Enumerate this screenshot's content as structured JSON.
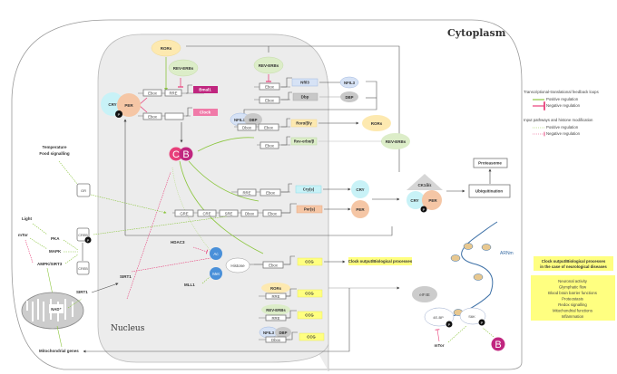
{
  "compartments": {
    "cytoplasm": "Cytoplasm",
    "nucleus": "Nucleus"
  },
  "proteins": {
    "rors": "RORs",
    "rev_erbs": "REV-ERBs",
    "cry": "CRY",
    "per": "PER",
    "nfil3": "NFIL3",
    "dbp": "DBP",
    "clock_bmal_c": "C",
    "clock_bmal_b": "B",
    "ck1": "CK1δ/ε",
    "phospho": "P",
    "ac": "Ac",
    "met": "Met",
    "histone": "Histone",
    "eif4e": "eIF4E",
    "ebp": "4E-BP",
    "s6k": "S6K",
    "nad": "NAD⁺"
  },
  "elements": {
    "ebox": "Ebox",
    "rre": "RRE",
    "dbox": "Dbox",
    "gre": "GRE",
    "cre": "CRE",
    "sre": "SRE"
  },
  "genes": {
    "bmal1": "Bmal1",
    "clock": "Clock",
    "nfil3": "Nfil3",
    "dbp": "Dbp",
    "ror": "Rorα/β/γ",
    "reverb": "Rev-erbα/β",
    "cry": "Cry(s)",
    "per": "Per(s)",
    "ccg": "CCG"
  },
  "signals": {
    "temperature": "Temperature",
    "food": "Food signalling",
    "gr": "GR",
    "light": "Light",
    "mtor": "mTor",
    "pka": "PKA",
    "mapk": "MAPK",
    "ampk": "AMPK/SIRT3",
    "creb": "CREB",
    "sirt1": "SIRT1",
    "hdac3": "HDAC3",
    "mll1": "MLL1",
    "mito_genes": "Mitochondrial genes",
    "proteasome": "Proteasome",
    "ubiquitination": "Ubiquitination",
    "arnm": "ARNm"
  },
  "outputs": {
    "clock_output": "Clock output/Biological processes",
    "neuro_title_1": "Clock output/Biological processes",
    "neuro_title_2": "in the case of neurological diseases",
    "neuro_items": [
      "Neuronal activity",
      "Glymphatic flow",
      "Blood brain barrier functions",
      "Proteostasis",
      "Redox signalling",
      "Mitochondrial functions",
      "Inflammation"
    ]
  },
  "legend": {
    "group1": "Transcriptional-translational feedback loops",
    "g1_pos": "Positive regulation",
    "g1_neg": "Negative regulation",
    "group2": "Input pathways and histone modification",
    "g2_pos": "Positive regulation",
    "g2_neg": "Negative regulation"
  },
  "colors": {
    "positive": "#8cc63f",
    "negative": "#e8407a",
    "rors": "#fde9b0",
    "rev_erbs": "#dcedc8",
    "cry": "#c8f2f7",
    "per": "#f5c6a5",
    "nfil3": "#d6e2f5",
    "dbp": "#c8c8c8",
    "clock_c": "#e8407a",
    "clock_b": "#c0267f",
    "ccg": "#ffff80",
    "ac_met": "#4a90d9"
  }
}
